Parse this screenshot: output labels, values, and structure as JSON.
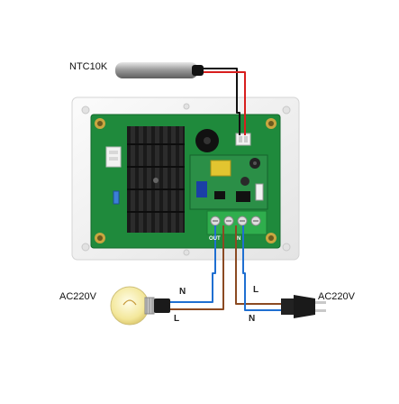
{
  "labels": {
    "sensor": "NTC10K",
    "ac_left": "AC220V",
    "ac_right": "AC220V",
    "wire_n_left": "N",
    "wire_l_left": "L",
    "wire_l_right": "L",
    "wire_n_right": "N",
    "terminal_out": "OUT",
    "terminal_n": "N"
  },
  "colors": {
    "enclosure": "#f4f4f4",
    "pcb": "#1f8a3c",
    "heatsink": "#1a1a1a",
    "wire_blue": "#1f6fd1",
    "wire_brown": "#8b4a22",
    "wire_red": "#d81e1e",
    "wire_black": "#111111",
    "terminal_block": "#2fae4d",
    "plug": "#1a1a1a",
    "bulb_glass": "#f7f0b8"
  },
  "icons": {
    "temperature_probe": "probe-icon",
    "light_bulb": "bulb-icon",
    "power_plug": "plug-icon",
    "buzzer": "buzzer-icon",
    "heatsink": "heatsink-icon"
  }
}
